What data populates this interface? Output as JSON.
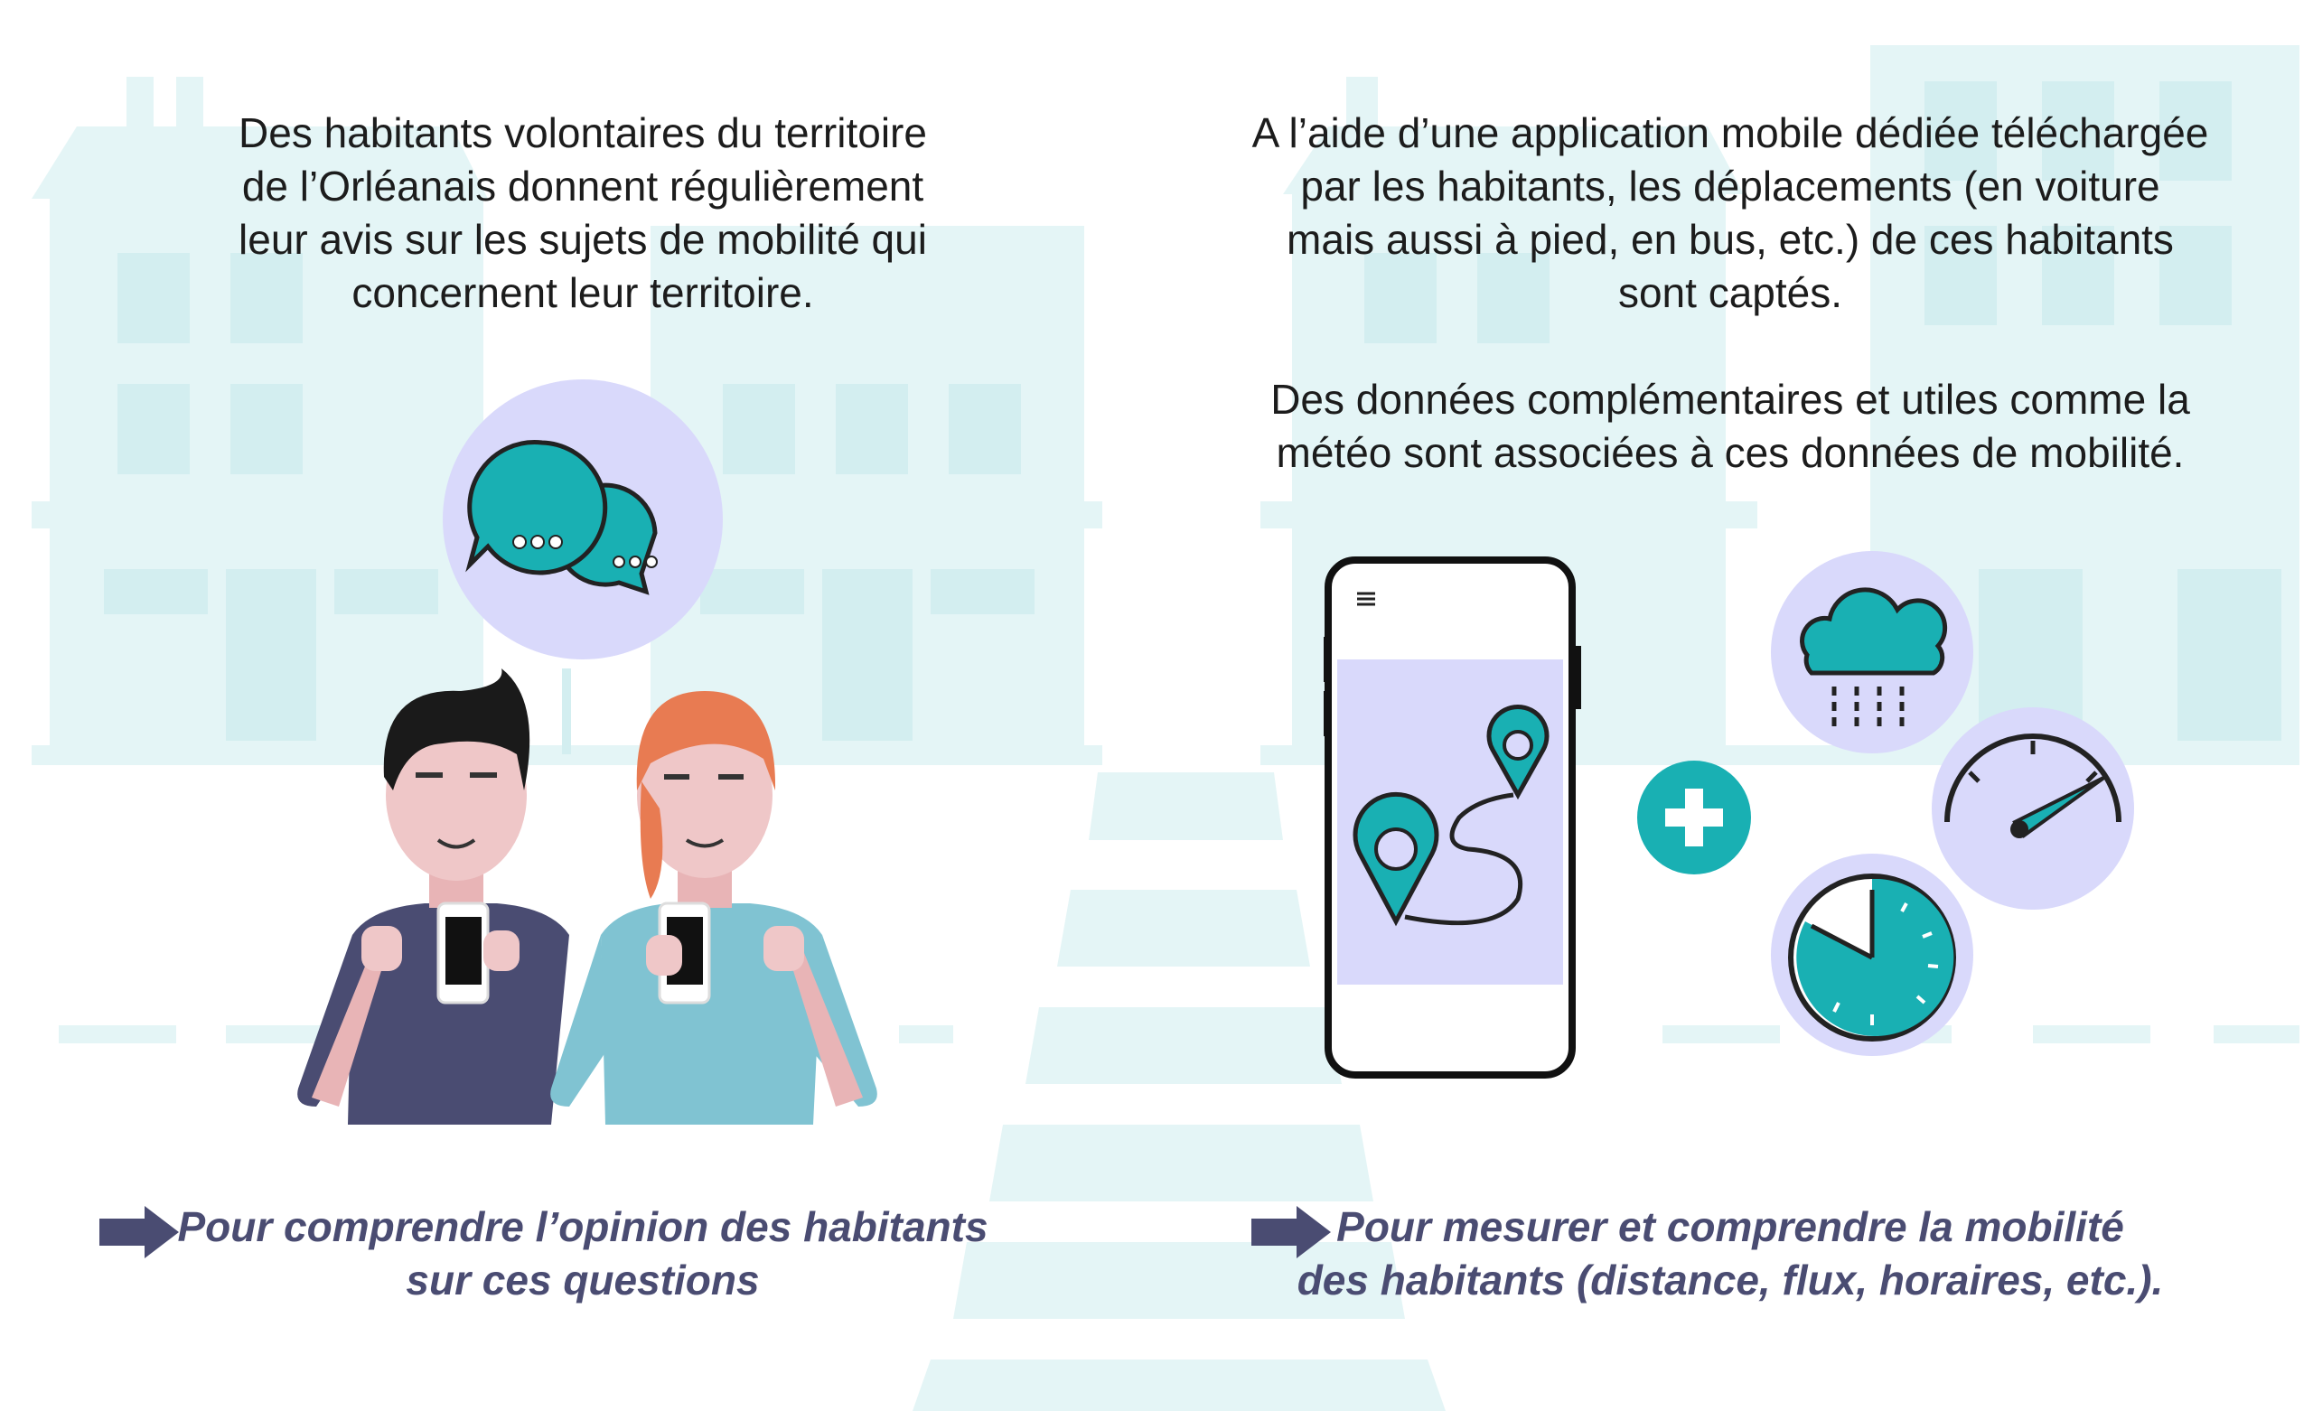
{
  "left_panel": {
    "description": "Des habitants volontaires du territoire\nde l’Orléanais donnent régulièrement\nleur avis sur les sujets de mobilité qui\nconcernent leur territoire.",
    "conclusion": "Pour comprendre l’opinion des habitants\nsur ces questions"
  },
  "right_panel": {
    "description": "A l’aide d’une application mobile dédiée téléchargée\npar les habitants, les déplacements (en voiture\nmais aussi à pied, en bus, etc.) de ces habitants\nsont captés.",
    "description_2": "Des données complémentaires et utiles comme la\nmétéo sont associées à ces données de mobilité.",
    "conclusion": "Pour mesurer et comprendre la mobilité\ndes habitants (distance, flux, horaires, etc.)."
  },
  "icons": [
    "speech-bubbles-icon",
    "phone-icon",
    "menu-icon",
    "map-pin-icon",
    "plus-icon",
    "rain-cloud-icon",
    "speedometer-icon",
    "clock-icon",
    "arrow-right-icon"
  ],
  "colors": {
    "background_tint": "#e4f5f6",
    "teal": "#19b0b3",
    "lavender": "#d9d9fb",
    "navy": "#4a4c72",
    "text": "#1c1c1c"
  }
}
